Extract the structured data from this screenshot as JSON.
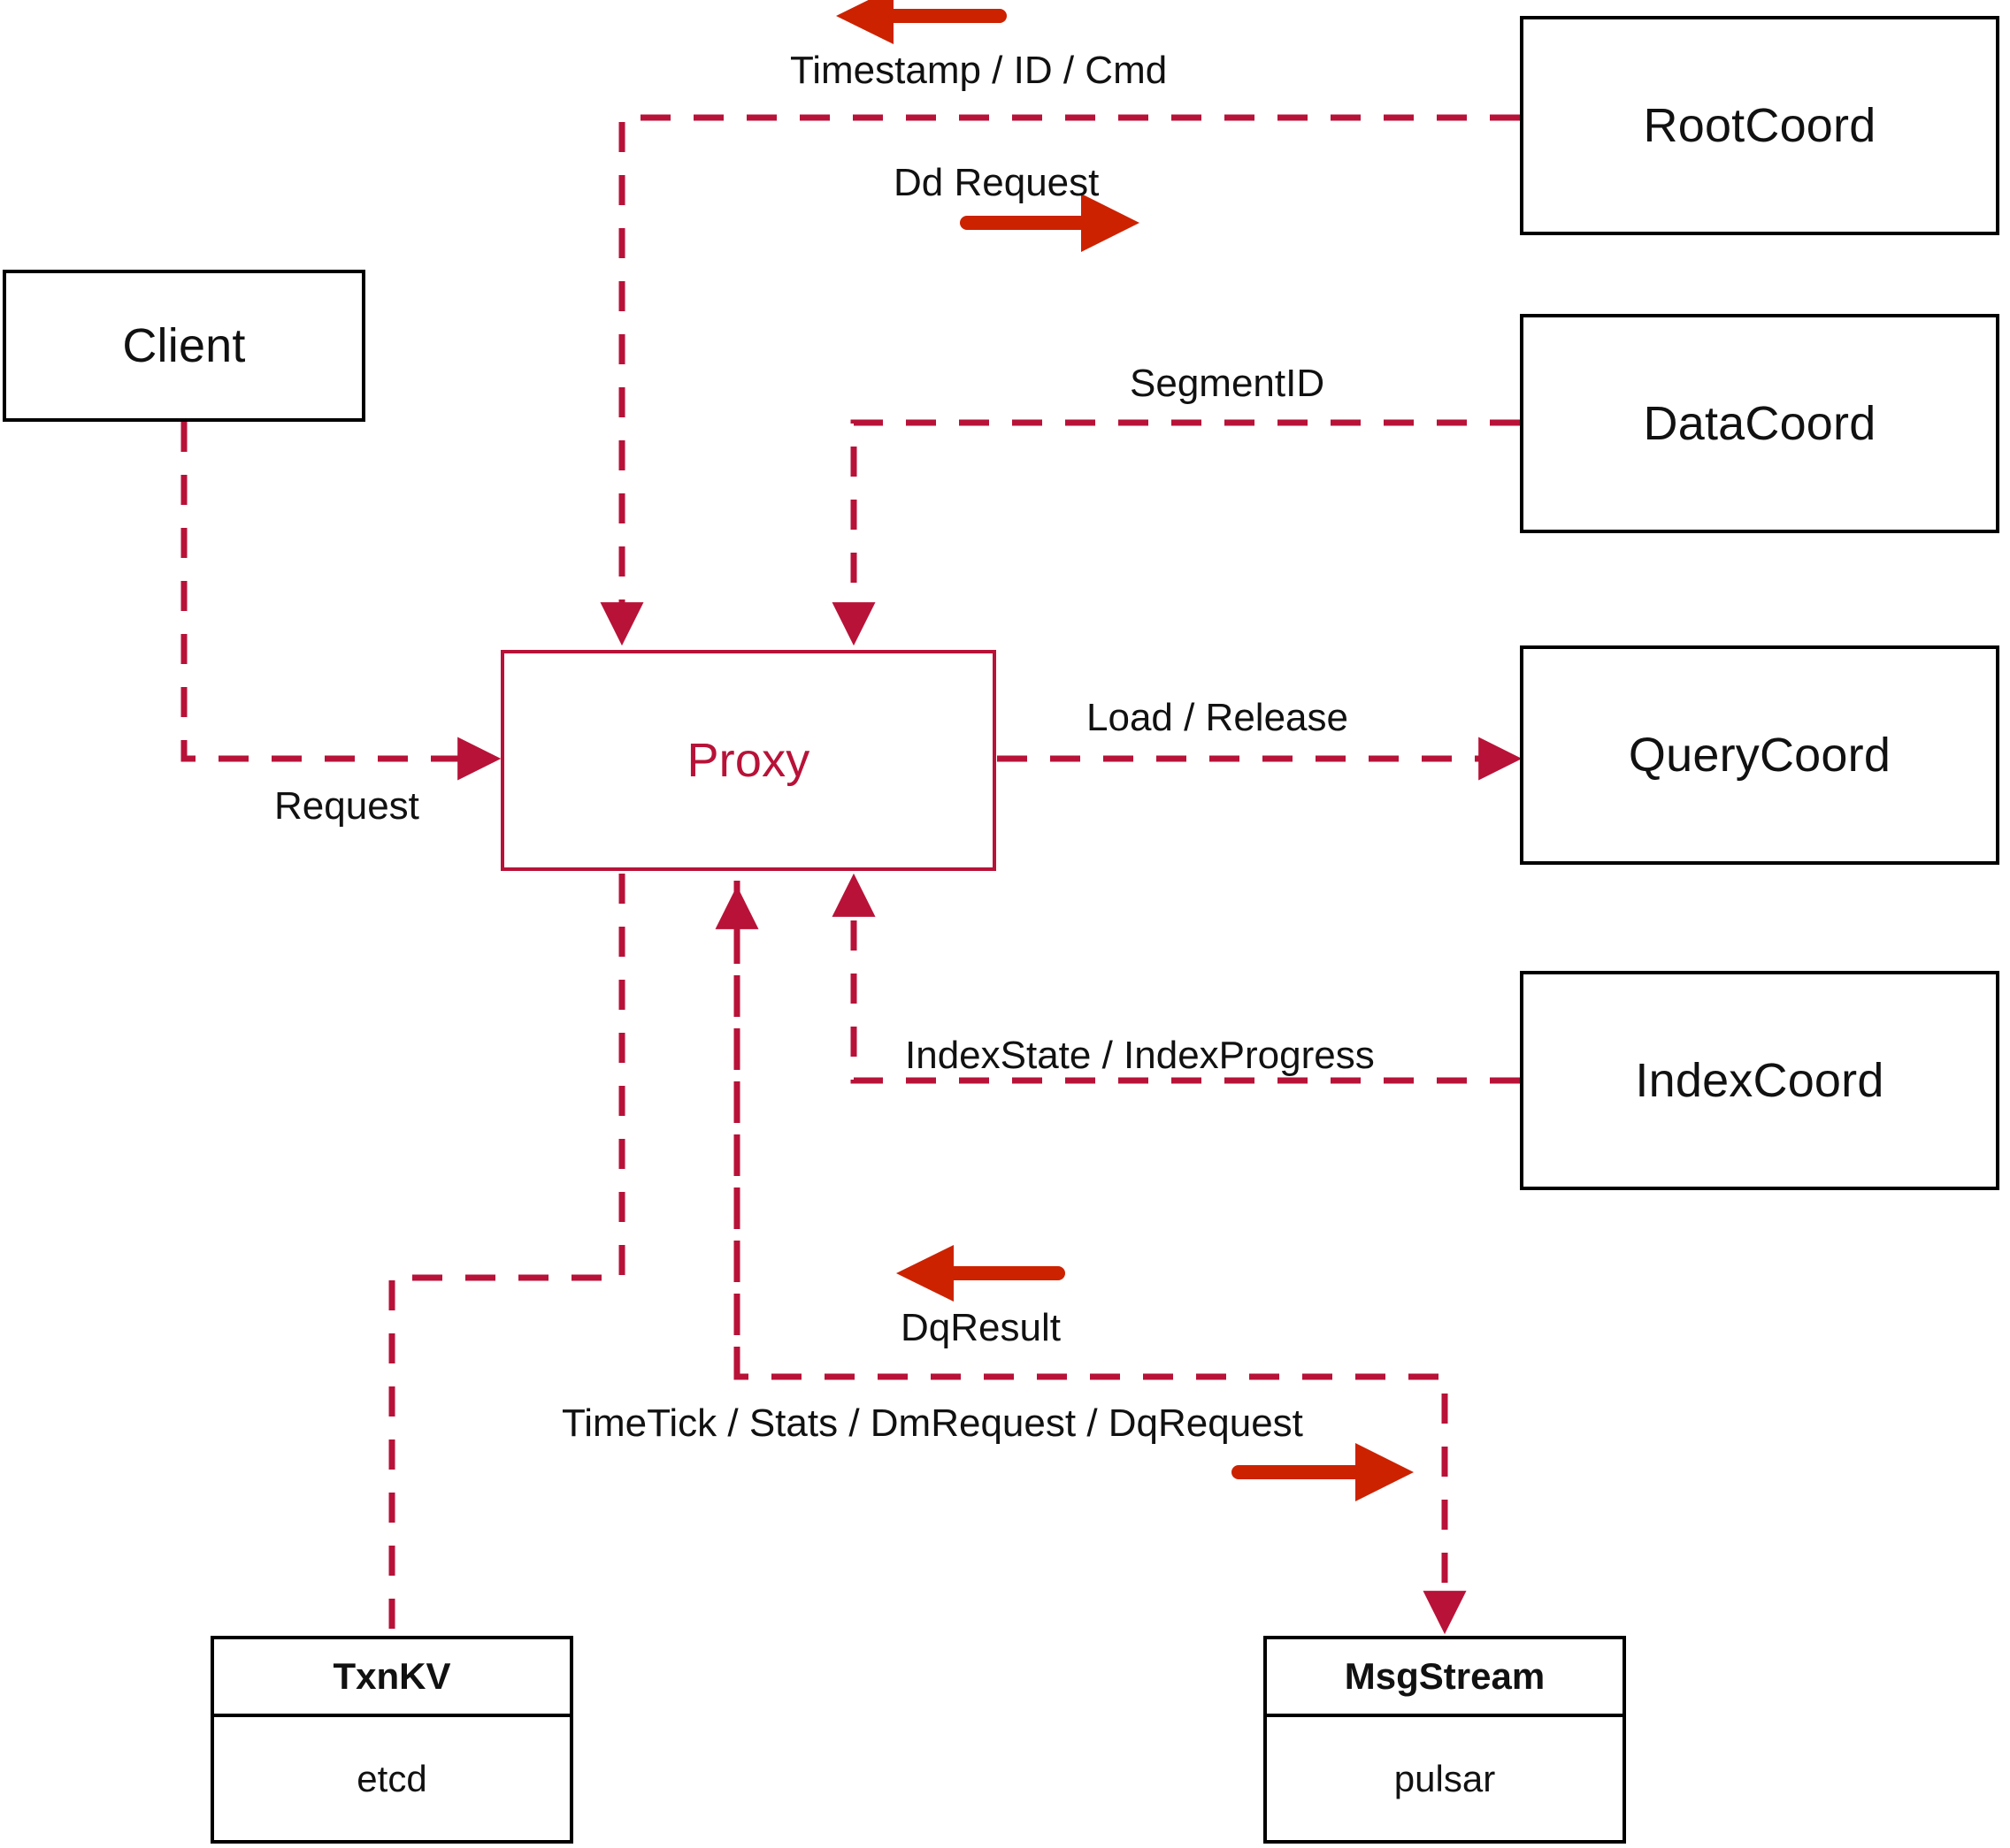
{
  "diagram": {
    "title": "Milvus Proxy interaction diagram",
    "accent_color": "#B81238",
    "arrow_color": "#CC2200",
    "node_border_color": "#000000",
    "background": "#FFFFFF"
  },
  "nodes": {
    "client": {
      "label": "Client"
    },
    "proxy": {
      "label": "Proxy"
    },
    "root_coord": {
      "label": "RootCoord"
    },
    "data_coord": {
      "label": "DataCoord"
    },
    "query_coord": {
      "label": "QueryCoord"
    },
    "index_coord": {
      "label": "IndexCoord"
    }
  },
  "stores": {
    "txnkv": {
      "title": "TxnKV",
      "impl": "etcd"
    },
    "msgstream": {
      "title": "MsgStream",
      "impl": "pulsar"
    }
  },
  "edge_labels": {
    "timestamp_id_cmd": "Timestamp / ID / Cmd",
    "dd_request": "Dd Request",
    "segment_id": "SegmentID",
    "request": "Request",
    "load_release": "Load / Release",
    "index_state_progress": "IndexState / IndexProgress",
    "dq_result": "DqResult",
    "timetick_stats": "TimeTick / Stats / DmRequest / DqRequest"
  }
}
